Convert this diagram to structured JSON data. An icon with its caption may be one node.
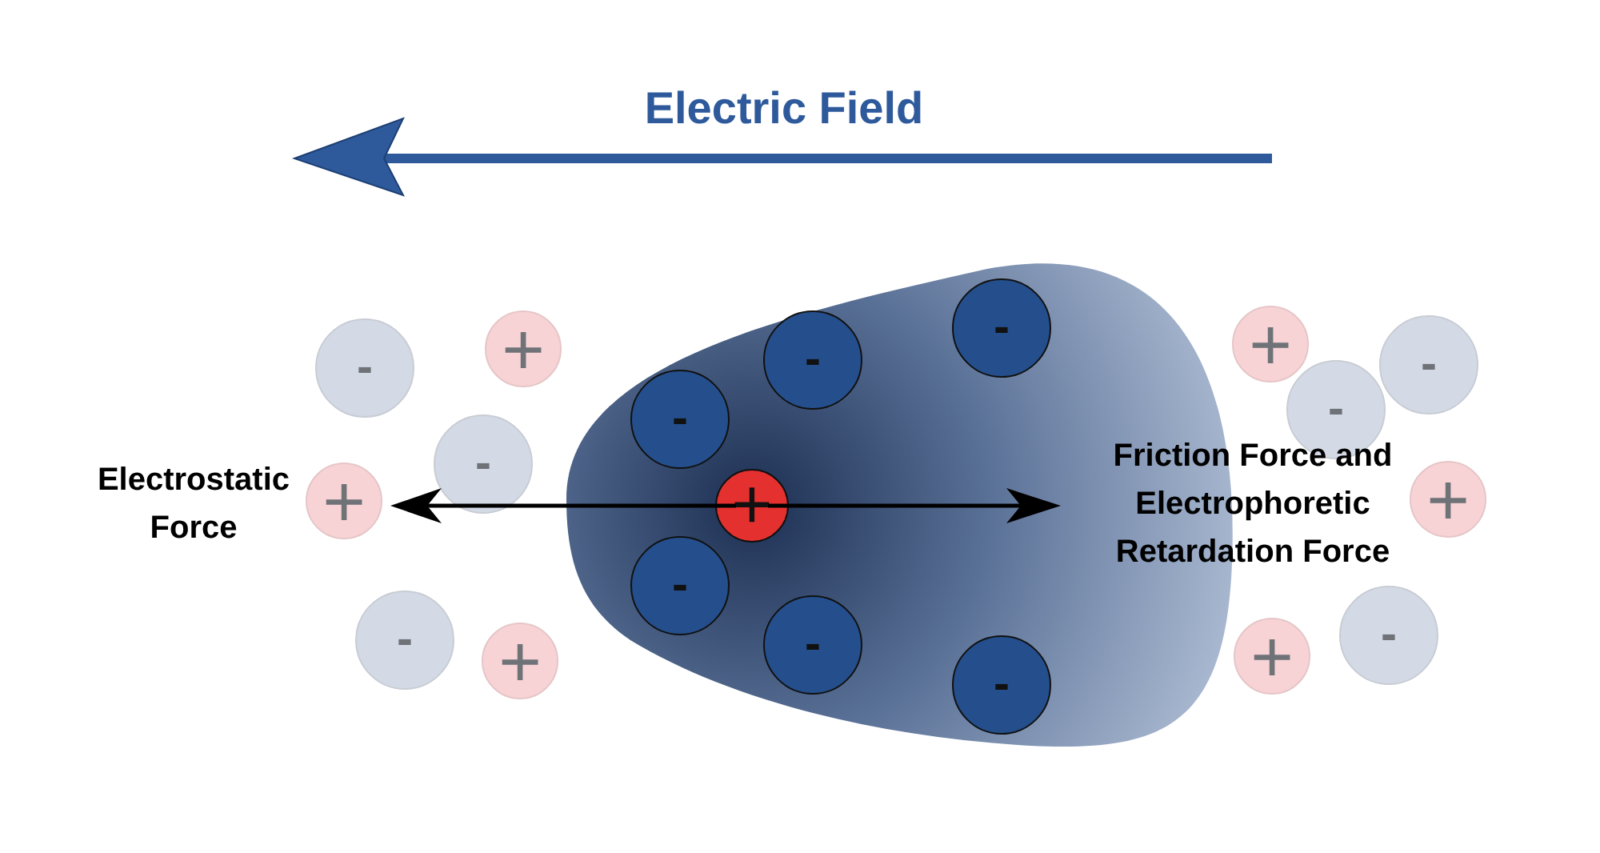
{
  "diagram": {
    "nodes": [
      {
        "text": [],
        "shape": "cloud"
      },
      {
        "text": [
          "-"
        ],
        "in": 0
      },
      {
        "text": [
          "-"
        ],
        "in": 0
      },
      {
        "text": [
          "-"
        ],
        "in": 0
      },
      {
        "text": [
          "+"
        ],
        "in": 0
      },
      {
        "text": [
          "-"
        ],
        "in": 0
      },
      {
        "text": [
          "-"
        ],
        "in": 0
      },
      {
        "text": [
          "-"
        ],
        "in": 0
      },
      {
        "text": [
          "-"
        ]
      },
      {
        "text": [
          "+"
        ]
      },
      {
        "text": [
          "-"
        ]
      },
      {
        "text": [
          "+"
        ]
      },
      {
        "text": [
          "-"
        ]
      },
      {
        "text": [
          "+"
        ]
      },
      {
        "text": [
          "+"
        ]
      },
      {
        "text": [
          "-"
        ]
      },
      {
        "text": [
          "-"
        ]
      },
      {
        "text": [
          "+"
        ]
      },
      {
        "text": [
          "-"
        ]
      },
      {
        "text": [
          "+"
        ]
      }
    ],
    "edges": [],
    "labels": [
      "Electric Field",
      "Electrostatic Force",
      "Friction Force and Electrophoretic Retardation Force"
    ]
  }
}
